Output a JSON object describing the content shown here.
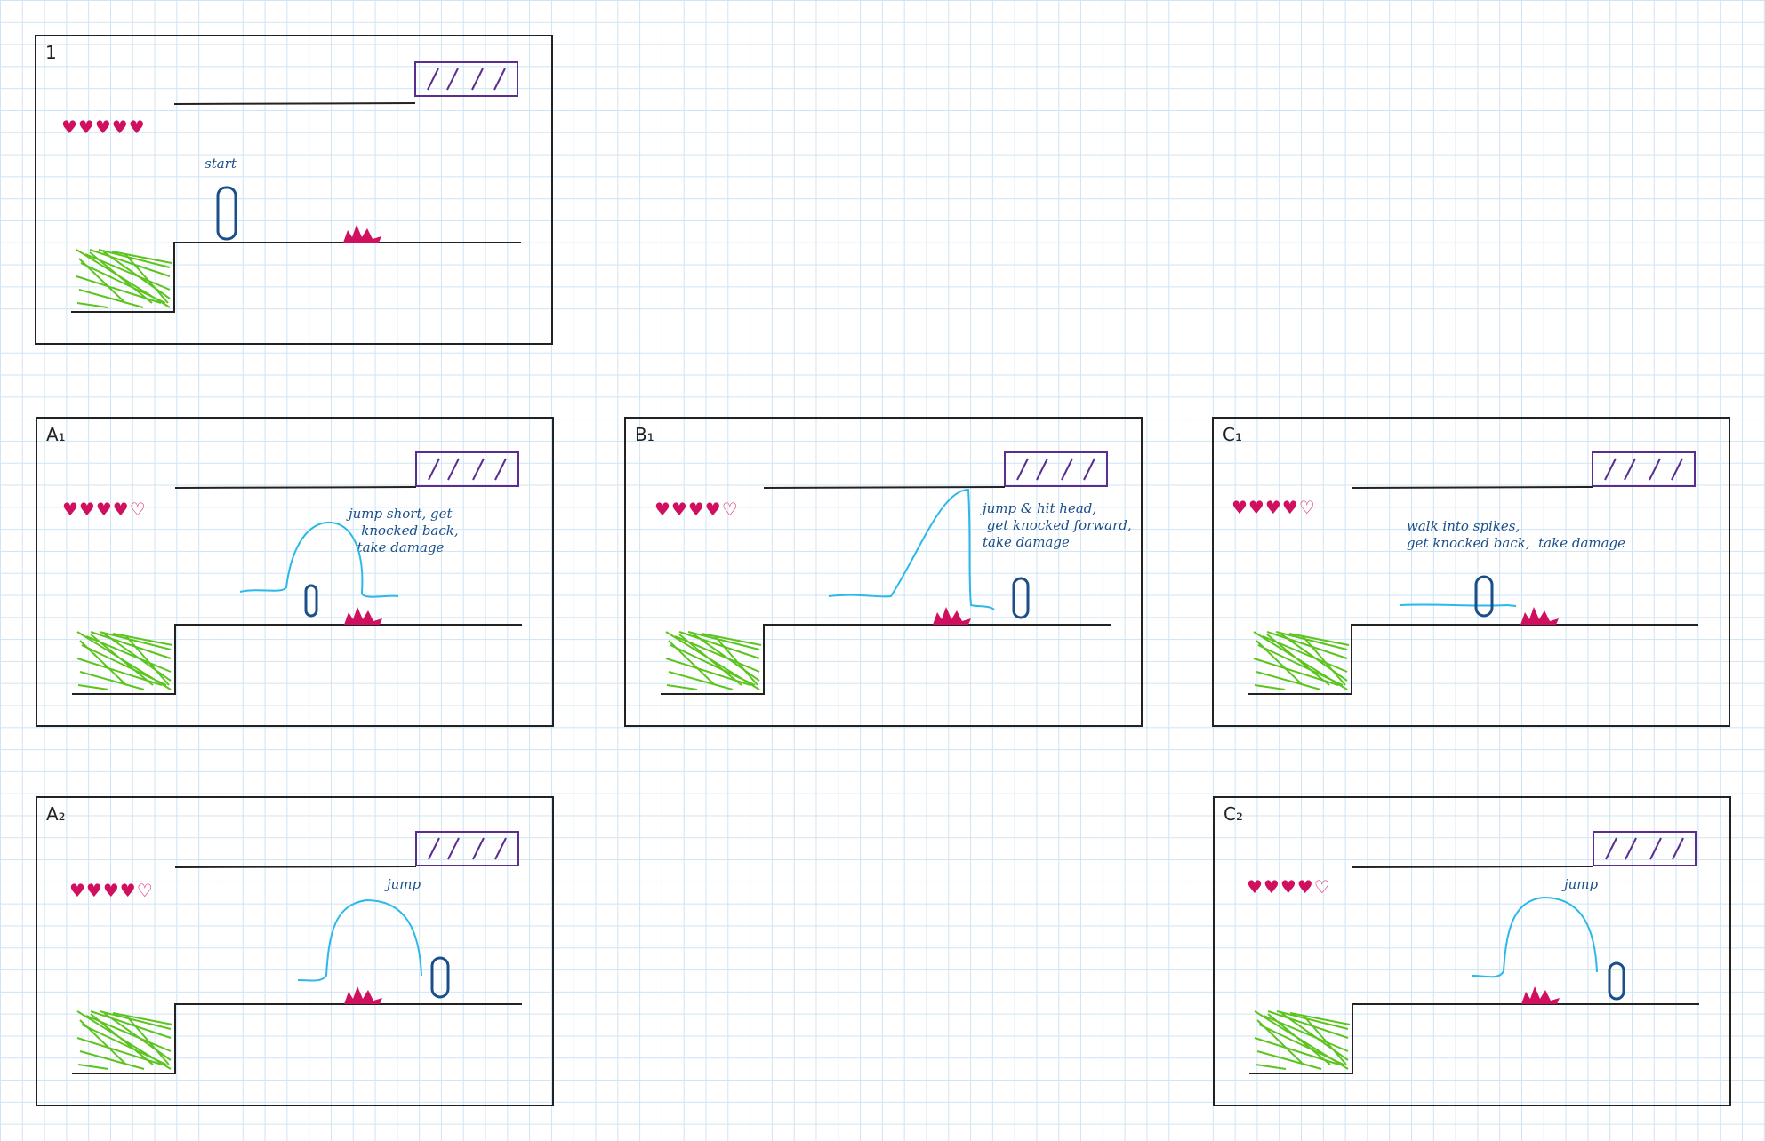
{
  "colors": {
    "outline": "#222222",
    "hearts": "#d0105f",
    "spikes": "#d0105f",
    "grass": "#5cc41f",
    "box": "#5a2d91",
    "player": "#1b4f8a",
    "trajectory": "#2bb8ea",
    "note": "#1b4f8a"
  },
  "icons": {
    "heart": "heart-icon",
    "spikes": "spikes-icon",
    "player": "player-icon",
    "grass": "grass-icon",
    "item_box": "item-box-icon"
  },
  "panels": [
    {
      "label": "1",
      "hearts": "♥♥♥♥♥",
      "note": "start",
      "box": "/ / / /"
    },
    {
      "label": "A₁",
      "hearts": "♥♥♥♥♡",
      "note": "jump short, get\n   knocked back,\n  take damage",
      "box": "/ / / /"
    },
    {
      "label": "B₁",
      "hearts": "♥♥♥♥♡",
      "note": "jump & hit head,\n get knocked forward,\ntake damage",
      "box": "/ / / /"
    },
    {
      "label": "C₁",
      "hearts": "♥♥♥♥♡",
      "note": "walk into spikes,\nget knocked back,  take damage",
      "box": "/ / / /"
    },
    {
      "label": "A₂",
      "hearts": "♥♥♥♥♡",
      "note": "jump",
      "box": "/ / / /"
    },
    {
      "label": "C₂",
      "hearts": "♥♥♥♥♡",
      "note": "jump",
      "box": "/ / / /"
    }
  ]
}
